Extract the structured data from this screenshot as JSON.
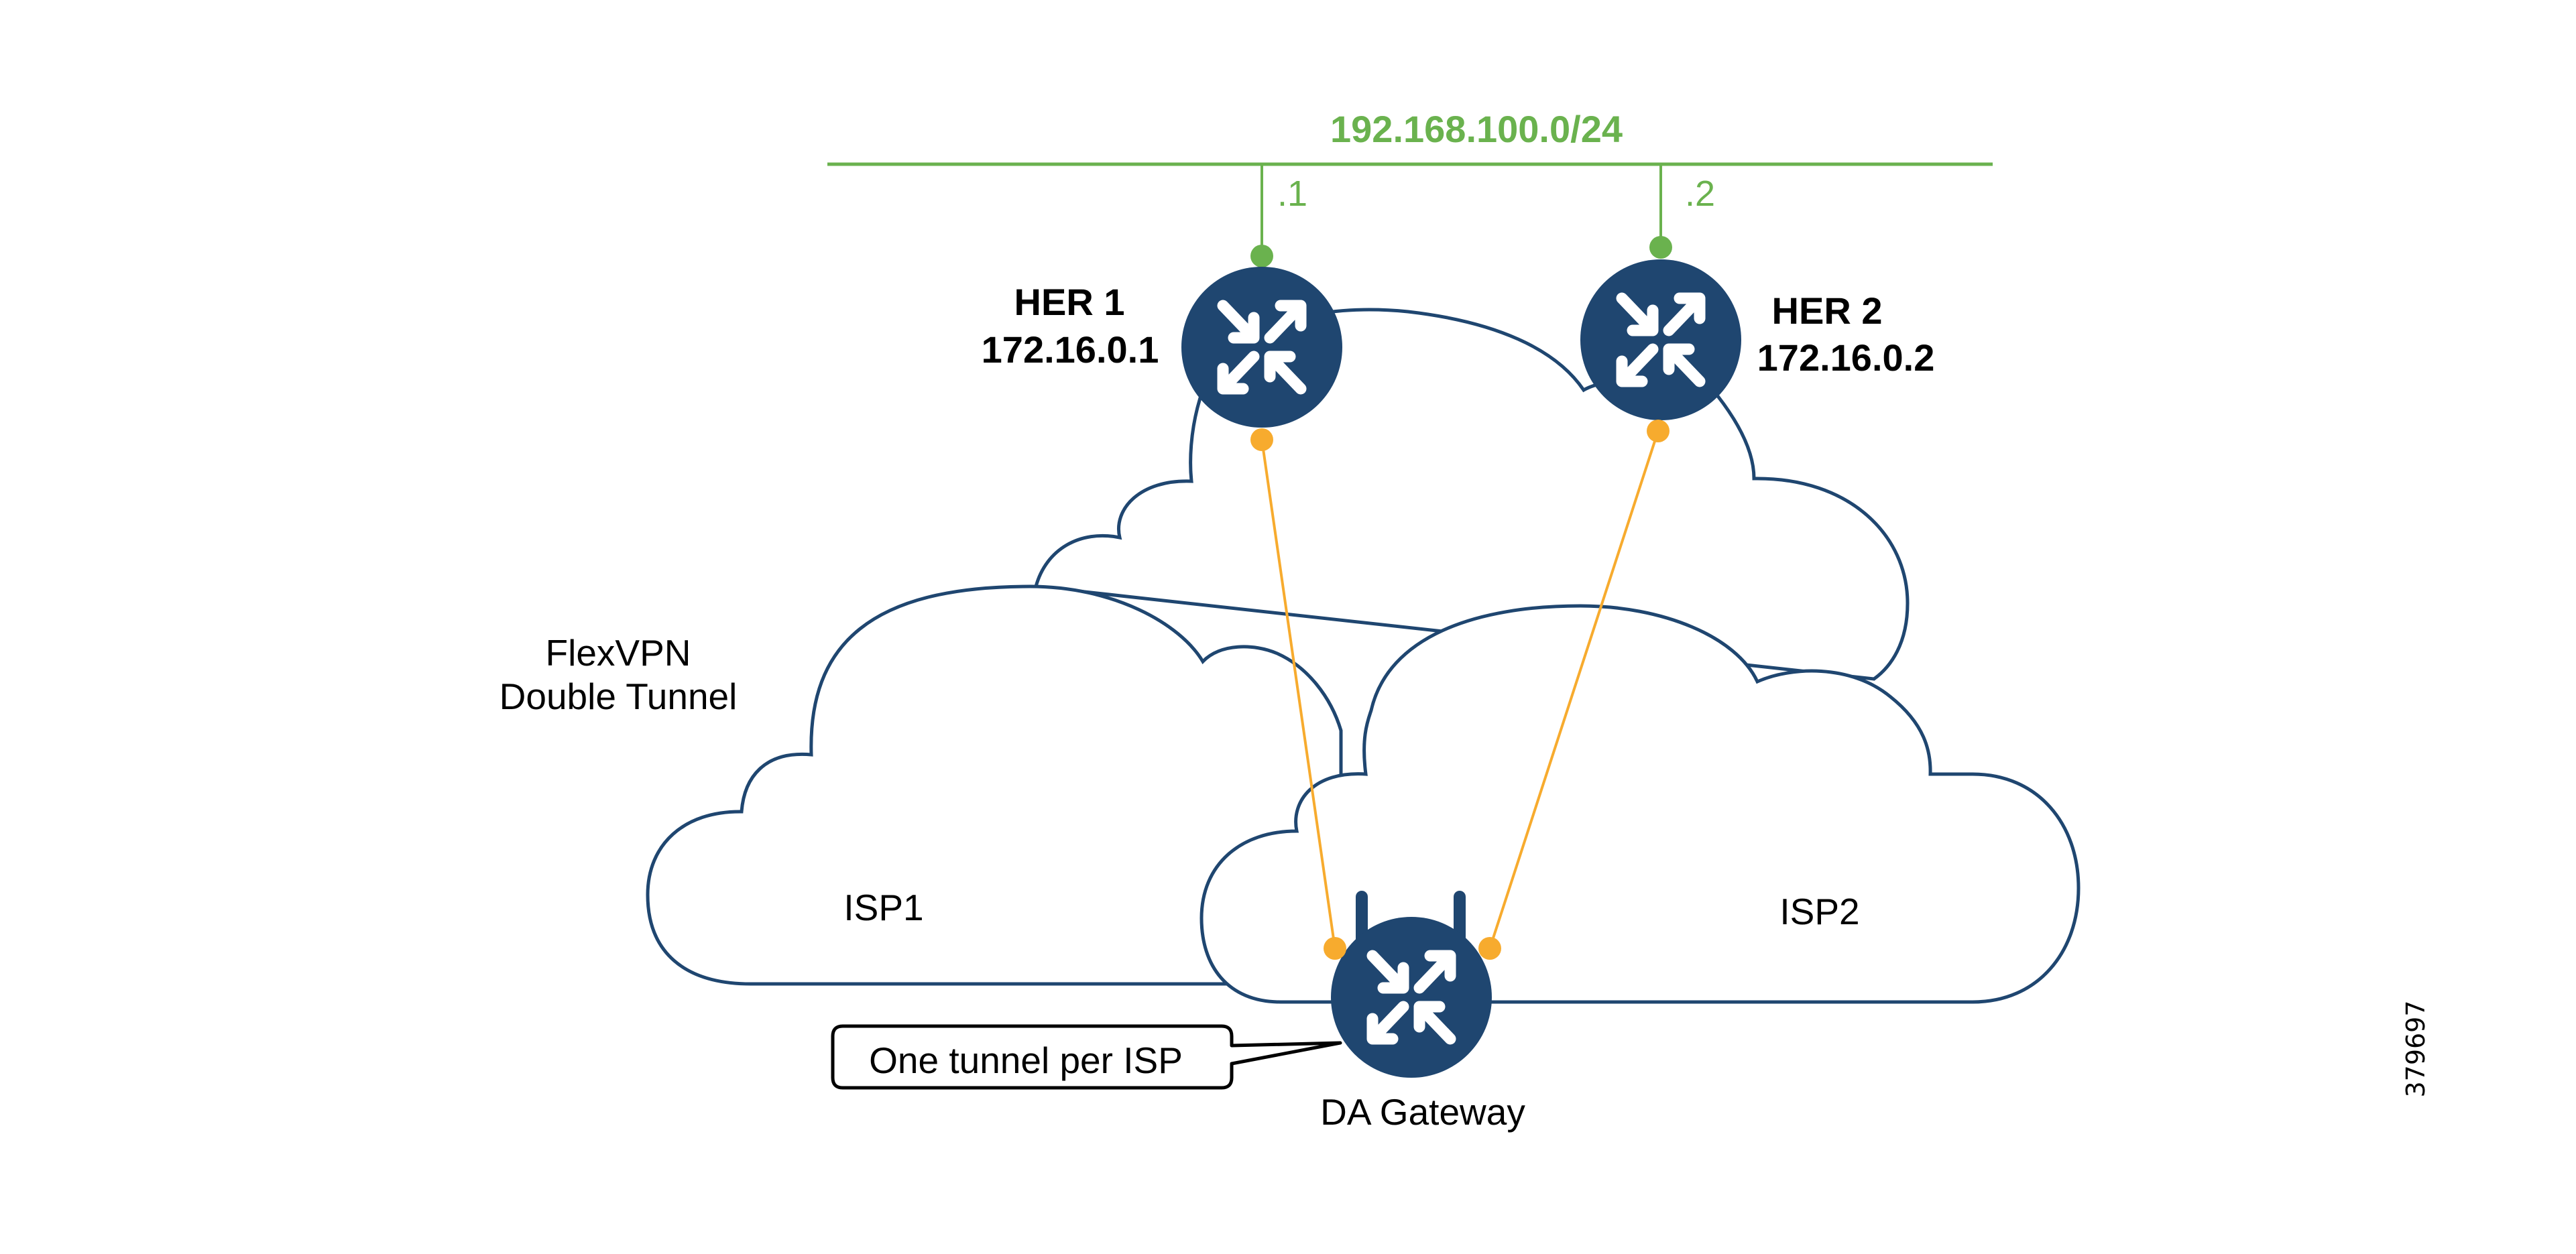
{
  "diagram": {
    "title_note": "FlexVPN Double Tunnel",
    "note_lines": [
      "FlexVPN",
      "Double Tunnel"
    ],
    "figure_id": "379697",
    "colors": {
      "lan": "#6ab24e",
      "tunnel": "#f7ab2e",
      "device": "#1f4670",
      "cloud_outline": "#1f4670",
      "text": "#000000"
    },
    "lan": {
      "subnet": "192.168.100.0/24",
      "hosts": [
        ".1",
        ".2"
      ]
    },
    "routers": [
      {
        "id": "her1",
        "name": "HER 1",
        "ip": "172.16.0.1",
        "lan_host": ".1",
        "icon": "router-icon"
      },
      {
        "id": "her2",
        "name": "HER 2",
        "ip": "172.16.0.2",
        "lan_host": ".2",
        "icon": "router-icon"
      }
    ],
    "gateway": {
      "name": "DA Gateway",
      "icon": "wireless-router-icon"
    },
    "clouds": [
      {
        "id": "isp1",
        "label": "ISP1"
      },
      {
        "id": "isp2",
        "label": "ISP2"
      },
      {
        "id": "flexvpn",
        "label": ""
      }
    ],
    "callout": {
      "text": "One tunnel per ISP"
    },
    "tunnels": [
      {
        "from": "HER 1",
        "to": "DA Gateway"
      },
      {
        "from": "HER 2",
        "to": "DA Gateway"
      }
    ]
  }
}
